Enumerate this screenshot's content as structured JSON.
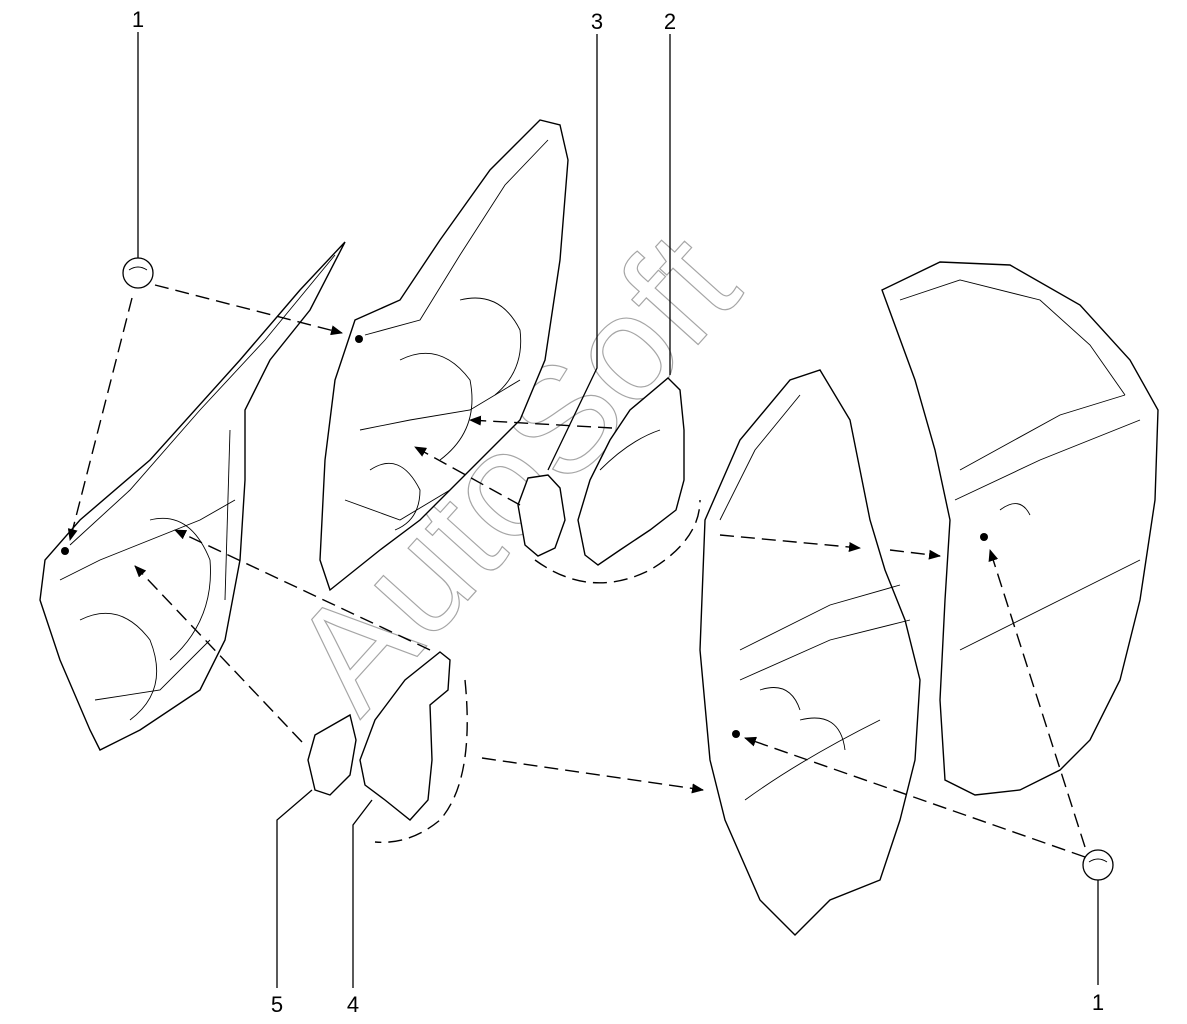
{
  "diagram": {
    "callouts": {
      "c1_left": "1",
      "c1_right": "1",
      "c2": "2",
      "c3": "3",
      "c4": "4",
      "c5": "5"
    },
    "watermark": "AutoSoft"
  }
}
